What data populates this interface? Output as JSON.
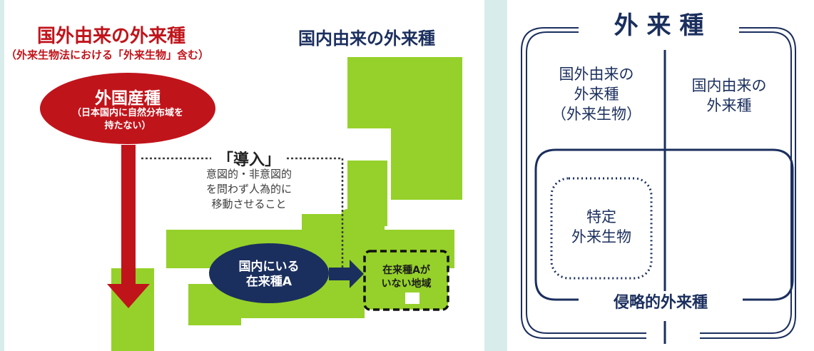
{
  "left": {
    "title_foreign": "国外由来の外来種",
    "subtitle_foreign": "（外来生物法における「外来生物」含む）",
    "title_domestic": "国内由来の外来種",
    "foreign_species_title": "外国産種",
    "foreign_species_note": "（日本国内に自然分布域を\n持たない）",
    "introduction_label": "「導入」",
    "introduction_desc": "意図的・非意図的\nを問わず人為的に\n移動させること",
    "native_species": "国内にいる\n在来種A",
    "absent_region": "在来種Aが\nいない地域",
    "colors": {
      "red": "#c0141b",
      "navy": "#1b2f5e",
      "green": "#95d12a"
    }
  },
  "right": {
    "header": "外 来 種",
    "foreign_origin": "国外由来の\n外来種\n（外来生物）",
    "domestic_origin": "国内由来の\n外来種",
    "designated": "特定\n外来生物",
    "invasive": "侵略的外来種"
  }
}
